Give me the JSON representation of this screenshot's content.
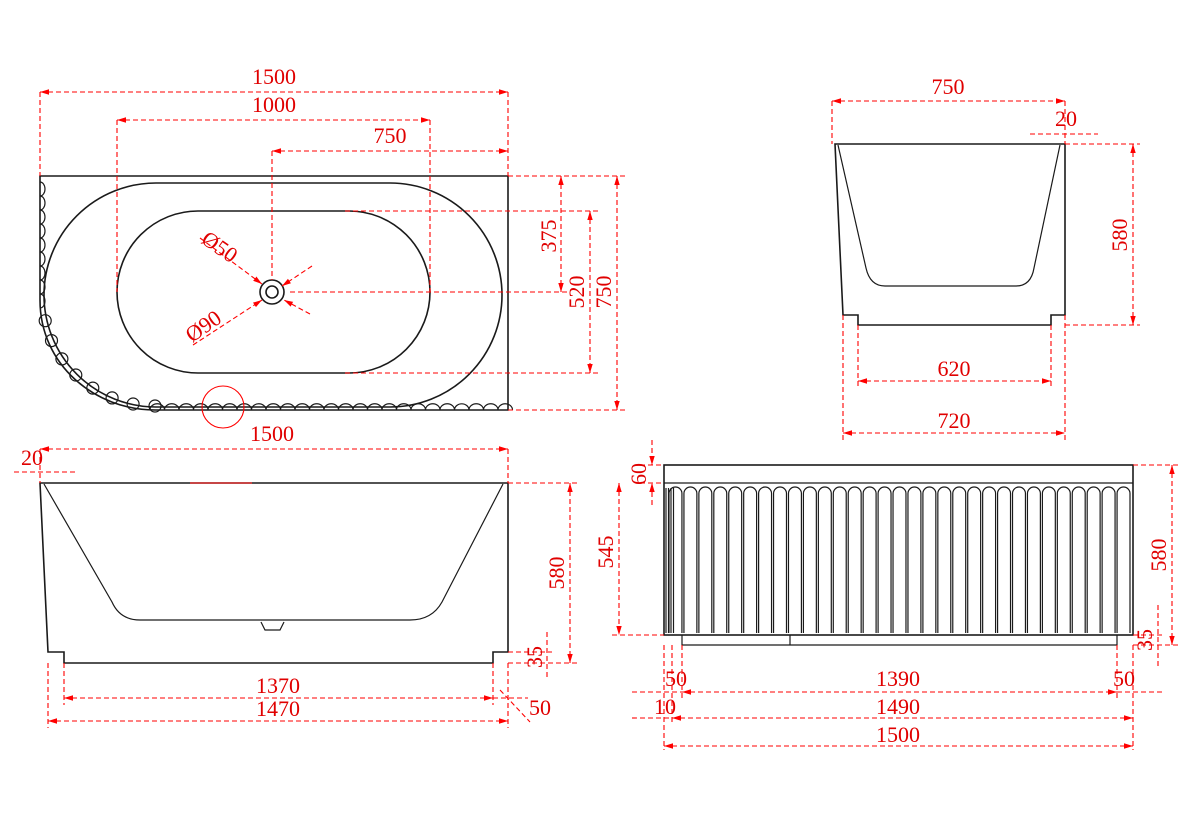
{
  "top_view": {
    "overall_length": "1500",
    "length_1000": "1000",
    "drain_offset": "750",
    "half_width": "375",
    "inner_width": "520",
    "overall_width": "750",
    "drain_dia_small": "Ø50",
    "drain_dia_large": "Ø90"
  },
  "end_view": {
    "top_width": "750",
    "rim_offset": "20",
    "height": "580",
    "base_inner": "620",
    "base_outer": "720"
  },
  "side_view": {
    "overall_length": "1500",
    "rim_offset": "20",
    "height": "580",
    "plinth": "35",
    "base_1370": "1370",
    "base_1470": "1470",
    "corner_50": "50"
  },
  "front_view": {
    "top_band": "60",
    "panel_height": "545",
    "height": "580",
    "plinth": "35",
    "left_50": "50",
    "mid_1390": "1390",
    "right_50": "50",
    "left_10": "10",
    "mid_1490": "1490",
    "overall_1500": "1500"
  },
  "colors": {
    "dimension": "#ff0000",
    "outline": "#1a1a1a"
  }
}
